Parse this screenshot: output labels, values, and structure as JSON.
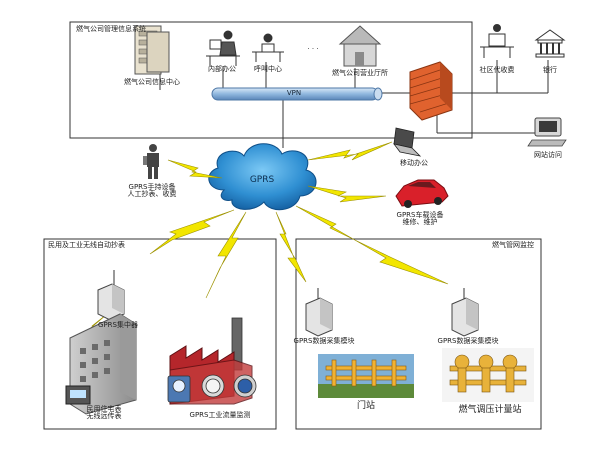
{
  "sections": {
    "top_title": "燃气公司管理信息系统",
    "bottom_left_title": "民用及工业无线自动抄表",
    "bottom_right_title": "燃气管网监控"
  },
  "top_nodes": {
    "data_center": "燃气公司信息中心",
    "internal_office": "内部办公",
    "call_center": "呼叫中心",
    "ellipsis": "· · ·",
    "business_hall": "燃气公司营业厅所",
    "community_service": "社区代收费",
    "bank": "银行",
    "web_access": "网站访问"
  },
  "network": {
    "vpn": "VPN",
    "gprs": "GPRS",
    "mobile_office": "移动办公",
    "handheld": "GPRS手持设备\n人工抄表、收费",
    "vehicle": "GPRS车载设备\n维修、维护"
  },
  "bottom_left": {
    "concentrator": "GPRS集中器",
    "residential_meter": "民用住宅表\n无线远传表",
    "industrial_meter": "GPRS工业流量监测"
  },
  "bottom_right": {
    "module_left": "GPRS数据采集模块",
    "module_right": "GPRS数据采集模块",
    "gate_station": "门站",
    "regulator_station": "燃气调压计量站"
  },
  "colors": {
    "lightning": "#f2e600",
    "cloud": "#2f8fd2",
    "vpn_pipe": "#8fb7de",
    "firewall": "#e0622e",
    "car": "#d9202a"
  }
}
